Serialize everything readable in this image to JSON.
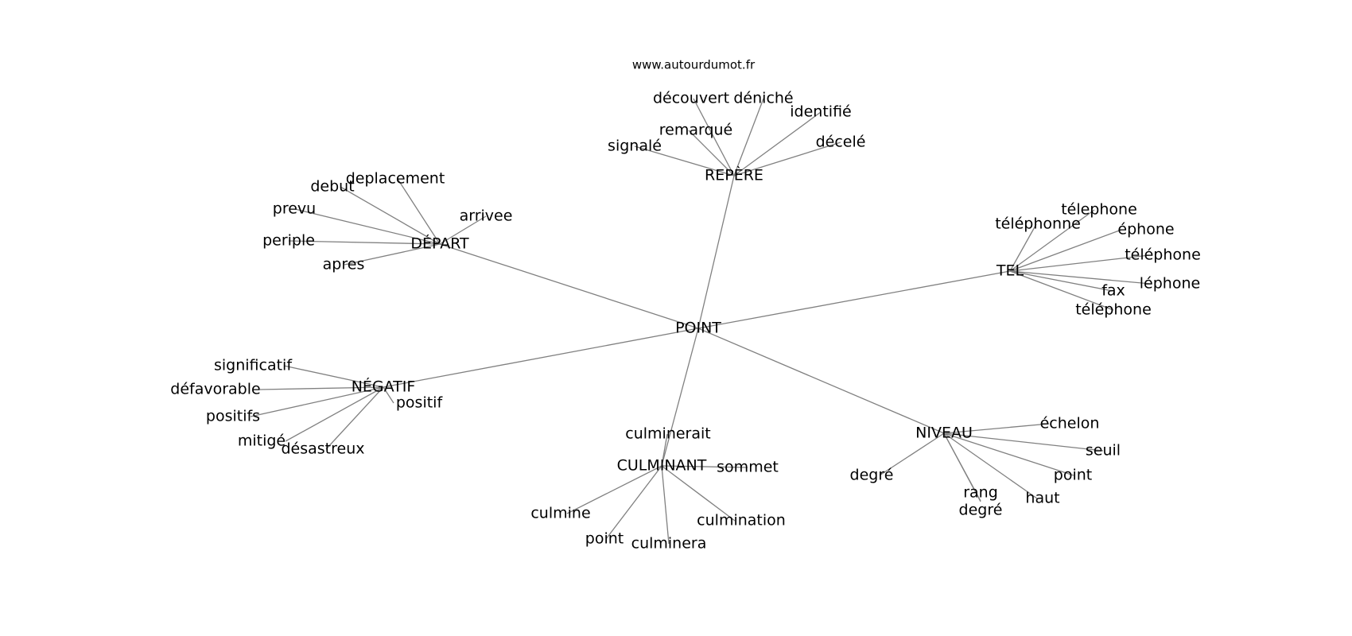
{
  "site": "www.autourdumot.fr",
  "graph": {
    "root": "POINT",
    "clusters": [
      {
        "key": "repere",
        "label": "REPÈRE",
        "words": [
          {
            "key": "decouvert",
            "label": "découvert"
          },
          {
            "key": "deniche",
            "label": "déniché"
          },
          {
            "key": "identifie",
            "label": "identifié"
          },
          {
            "key": "remarque",
            "label": "remarqué"
          },
          {
            "key": "signale",
            "label": "signalé"
          },
          {
            "key": "decele",
            "label": "décelé"
          }
        ]
      },
      {
        "key": "depart",
        "label": "DÉPART",
        "words": [
          {
            "key": "deplacement",
            "label": "deplacement"
          },
          {
            "key": "debut",
            "label": "debut"
          },
          {
            "key": "prevu",
            "label": "prevu"
          },
          {
            "key": "arrivee",
            "label": "arrivee"
          },
          {
            "key": "periple",
            "label": "periple"
          },
          {
            "key": "apres",
            "label": "apres"
          }
        ]
      },
      {
        "key": "tel",
        "label": "TEL",
        "words": [
          {
            "key": "telephone-1",
            "label": "télephone"
          },
          {
            "key": "telephonne",
            "label": "téléphonne"
          },
          {
            "key": "ephone",
            "label": "éphone"
          },
          {
            "key": "telephone-2",
            "label": "téléphone"
          },
          {
            "key": "lephone",
            "label": "léphone"
          },
          {
            "key": "fax",
            "label": "fax"
          },
          {
            "key": "telephone-3",
            "label": "téléphone"
          }
        ]
      },
      {
        "key": "negatif",
        "label": "NÉGATIF",
        "words": [
          {
            "key": "significatif",
            "label": "significatif"
          },
          {
            "key": "defavorable",
            "label": "défavorable"
          },
          {
            "key": "positif",
            "label": "positif"
          },
          {
            "key": "positifs",
            "label": "positifs"
          },
          {
            "key": "mitige",
            "label": "mitigé"
          },
          {
            "key": "desastreux",
            "label": "désastreux"
          }
        ]
      },
      {
        "key": "culminant",
        "label": "CULMINANT",
        "words": [
          {
            "key": "culminerait",
            "label": "culminerait"
          },
          {
            "key": "sommet",
            "label": "sommet"
          },
          {
            "key": "culmine",
            "label": "culmine"
          },
          {
            "key": "culmination",
            "label": "culmination"
          },
          {
            "key": "point",
            "label": "point"
          },
          {
            "key": "culminera",
            "label": "culminera"
          }
        ]
      },
      {
        "key": "niveau",
        "label": "NIVEAU",
        "words": [
          {
            "key": "echelon",
            "label": "échelon"
          },
          {
            "key": "seuil",
            "label": "seuil"
          },
          {
            "key": "degre-1",
            "label": "degré"
          },
          {
            "key": "point",
            "label": "point"
          },
          {
            "key": "rang",
            "label": "rang"
          },
          {
            "key": "haut",
            "label": "haut"
          },
          {
            "key": "degre-2",
            "label": "degré"
          }
        ]
      }
    ]
  }
}
